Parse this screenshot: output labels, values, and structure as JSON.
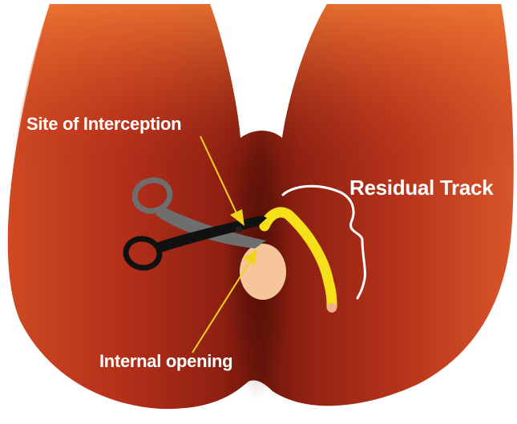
{
  "labels": {
    "site_of_interception": "Site of Interception",
    "residual_track": "Residual Track",
    "internal_opening": "Internal opening"
  },
  "colors": {
    "background": "#ffffff",
    "buttocks_light": "#e3682a",
    "buttocks_dark": "#8a1e10",
    "track": "#f5e01a",
    "internal_opening": "#f6c59a",
    "arrow": "#f2d31b",
    "label_text": "#ffffff",
    "scissors_dark": "#111111",
    "scissors_grey": "#6e6e6e"
  },
  "icons": {
    "scissors": "scissors-icon"
  }
}
